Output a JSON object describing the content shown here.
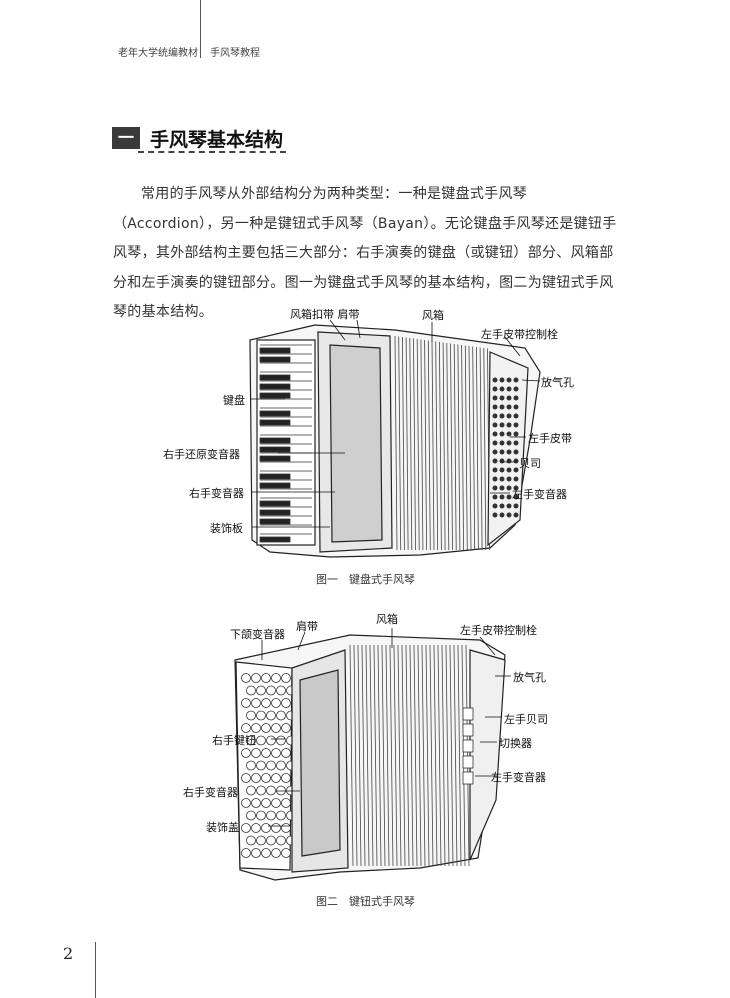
{
  "header": {
    "left": "老年大学统编教材",
    "right": "手风琴教程"
  },
  "section": {
    "number": "一",
    "title": "手风琴基本结构"
  },
  "intro_paragraph": "常用的手风琴从外部结构分为两种类型：一种是键盘式手风琴（Accordion），另一种是键钮式手风琴（Bayan）。无论键盘手风琴还是键钮手风琴，其外部结构主要包括三大部分：右手演奏的键盘（或键钮）部分、风箱部分和左手演奏的键钮部分。图一为键盘式手风琴的基本结构，图二为键钮式手风琴的基本结构。",
  "figure1": {
    "caption": "图一　键盘式手风琴",
    "labels": {
      "bellows_strap_shoulder": "风箱扣带 肩带",
      "bellows": "风箱",
      "left_strap_control": "左手皮带控制栓",
      "air_button": "放气孔",
      "keyboard": "键盘",
      "left_strap": "左手皮带",
      "bass": "贝司",
      "right_restore_switch": "右手还原变音器",
      "right_switch": "右手变音器",
      "left_switch": "左手变音器",
      "grille": "装饰板"
    }
  },
  "figure2": {
    "caption": "图二　键钮式手风琴",
    "labels": {
      "chin_switch": "下颌变音器",
      "shoulder_strap": "肩带",
      "bellows": "风箱",
      "left_strap_control": "左手皮带控制栓",
      "air_button": "放气孔",
      "left_bass": "左手贝司",
      "converter": "切换器",
      "right_buttons": "右手键钮",
      "left_switch": "左手变音器",
      "right_switch": "右手变音器",
      "grille_cover": "装饰盖"
    }
  },
  "page_number": "2"
}
